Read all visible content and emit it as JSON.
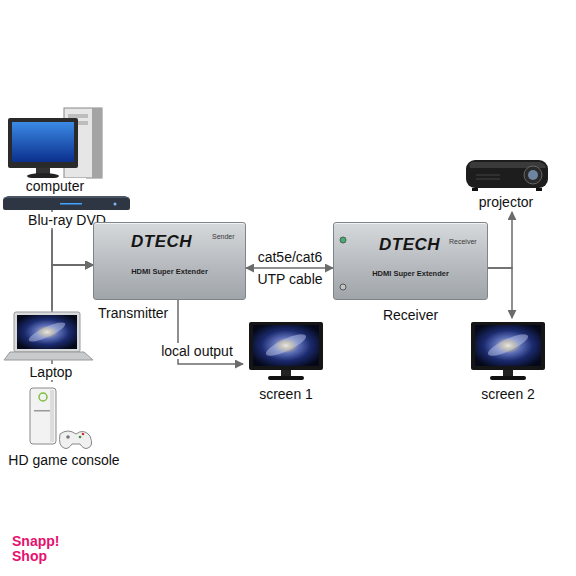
{
  "diagram": {
    "nodes": [
      {
        "text": [
          "computer"
        ]
      },
      {
        "text": [
          "Blu-ray DVD"
        ]
      },
      {
        "text": [
          "Laptop"
        ]
      },
      {
        "text": [
          "HD game console"
        ]
      },
      {
        "text": [
          "DTECH",
          "Sender",
          "HDMI Super Extender",
          "Transmitter"
        ]
      },
      {
        "text": [
          "screen 1"
        ]
      },
      {
        "text": [
          "DTECH",
          "Receiver",
          "HDMI Super Extender",
          "Receiver"
        ]
      },
      {
        "text": [
          "projector"
        ]
      },
      {
        "text": [
          "screen 2"
        ]
      }
    ],
    "edges": [
      {
        "from": 0,
        "to": 4,
        "arrow": "to"
      },
      {
        "from": 1,
        "to": 4,
        "arrow": "to"
      },
      {
        "from": 2,
        "to": 4,
        "arrow": "to"
      },
      {
        "from": 3,
        "to": 4,
        "arrow": "to"
      },
      {
        "from": 4,
        "to": 5,
        "arrow": "to",
        "label": "local output"
      },
      {
        "from": 4,
        "to": 6,
        "arrow": "both",
        "label": "cat5e/cat6 UTP cable"
      },
      {
        "from": 6,
        "to": 7,
        "arrow": "to"
      },
      {
        "from": 6,
        "to": 8,
        "arrow": "to"
      }
    ],
    "labels": [
      "Snapp! Shop"
    ]
  }
}
